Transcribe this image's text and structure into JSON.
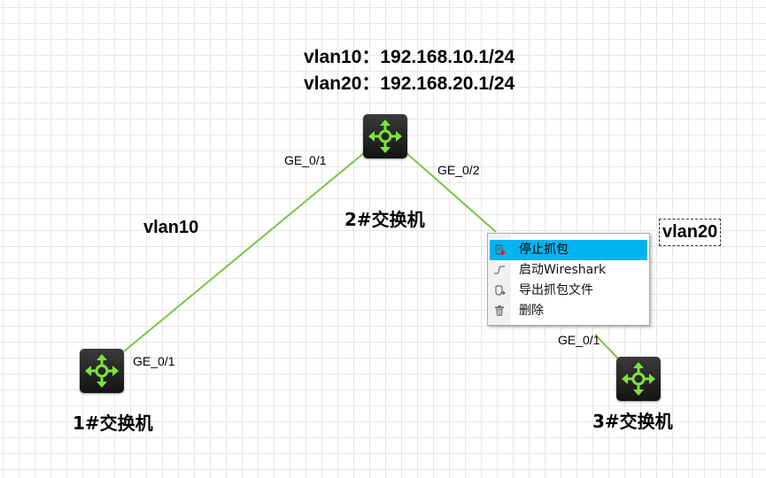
{
  "topology": {
    "ip_lines": [
      "vlan10：192.168.10.1/24",
      "vlan20：192.168.20.1/24"
    ],
    "vlan_labels": {
      "left": "vlan10",
      "right": "vlan20"
    },
    "link_color": "#7cc444",
    "devices": [
      {
        "name": "1#交换机",
        "icon": "router-icon"
      },
      {
        "name": "2#交换机",
        "icon": "router-icon"
      },
      {
        "name": "3#交换机",
        "icon": "router-icon"
      }
    ],
    "ports": {
      "sw2_left": "GE_0/1",
      "sw2_right": "GE_0/2",
      "sw1": "GE_0/1",
      "sw3": "GE_0/1"
    }
  },
  "context_menu": {
    "highlight_color": "#00b4f0",
    "items": [
      {
        "label": "停止抓包",
        "icon": "stop-capture-icon",
        "active": true
      },
      {
        "label": "启动Wireshark",
        "icon": "wireshark-icon",
        "active": false
      },
      {
        "label": "导出抓包文件",
        "icon": "export-icon",
        "active": false
      },
      {
        "label": "删除",
        "icon": "trash-icon",
        "active": false
      }
    ]
  }
}
